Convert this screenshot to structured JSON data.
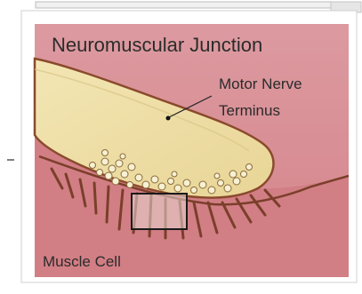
{
  "diagram": {
    "title": "Neuromuscular Junction",
    "labels": {
      "nerve_line1": "Motor Nerve",
      "nerve_line2": "Terminus",
      "muscle": "Muscle Cell"
    },
    "colors": {
      "muscle": "#d98d92",
      "muscle_dark": "#c97278",
      "nerve": "#efe1a8",
      "nerve_outline": "#8a4a2c",
      "vesicle": "#f5efd0",
      "frame_border": "#b8b8b8"
    }
  }
}
